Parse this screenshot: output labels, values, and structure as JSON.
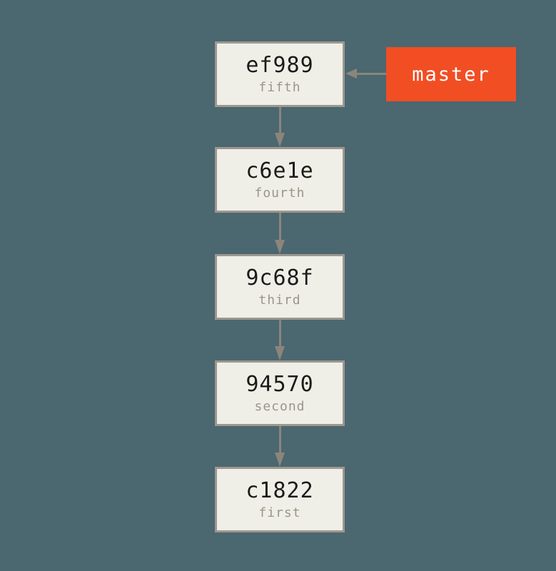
{
  "branch": {
    "label": "master"
  },
  "commits": [
    {
      "hash": "ef989",
      "message": "fifth"
    },
    {
      "hash": "c6e1e",
      "message": "fourth"
    },
    {
      "hash": "9c68f",
      "message": "third"
    },
    {
      "hash": "94570",
      "message": "second"
    },
    {
      "hash": "c1822",
      "message": "first"
    }
  ],
  "colors": {
    "background": "#4b6770",
    "commit_box_fill": "#f0efe7",
    "commit_box_border": "#9c9890",
    "commit_hash_text": "#1b1b1b",
    "commit_message_text": "#9a958c",
    "arrow": "#8b857c",
    "branch_fill": "#f14e24",
    "branch_text": "#ffffff"
  }
}
